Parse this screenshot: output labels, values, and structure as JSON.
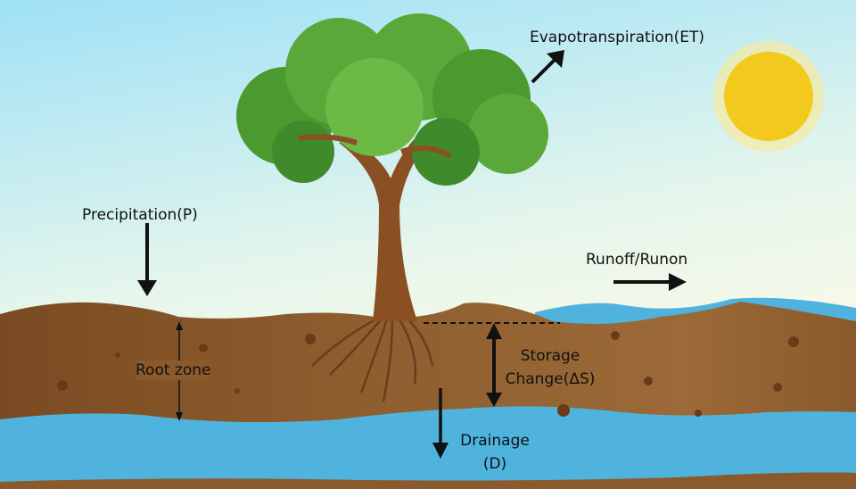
{
  "labels": {
    "evapotranspiration": "Evapotranspiration(ET)",
    "precipitation": "Precipitation(P)",
    "runoff": "Runoff/Runon",
    "root_zone": "Root zone",
    "storage_line1": "Storage",
    "storage_line2": "Change(ΔS)",
    "drainage_line1": "Drainage",
    "drainage_line2": "(D)"
  },
  "colors": {
    "sky_top": "#a8e4f5",
    "sky_bottom": "#fdfbe8",
    "soil": "#8a5a2c",
    "water": "#4fb3de",
    "sun": "#f3c91e",
    "foliage": "#5aa83a"
  }
}
